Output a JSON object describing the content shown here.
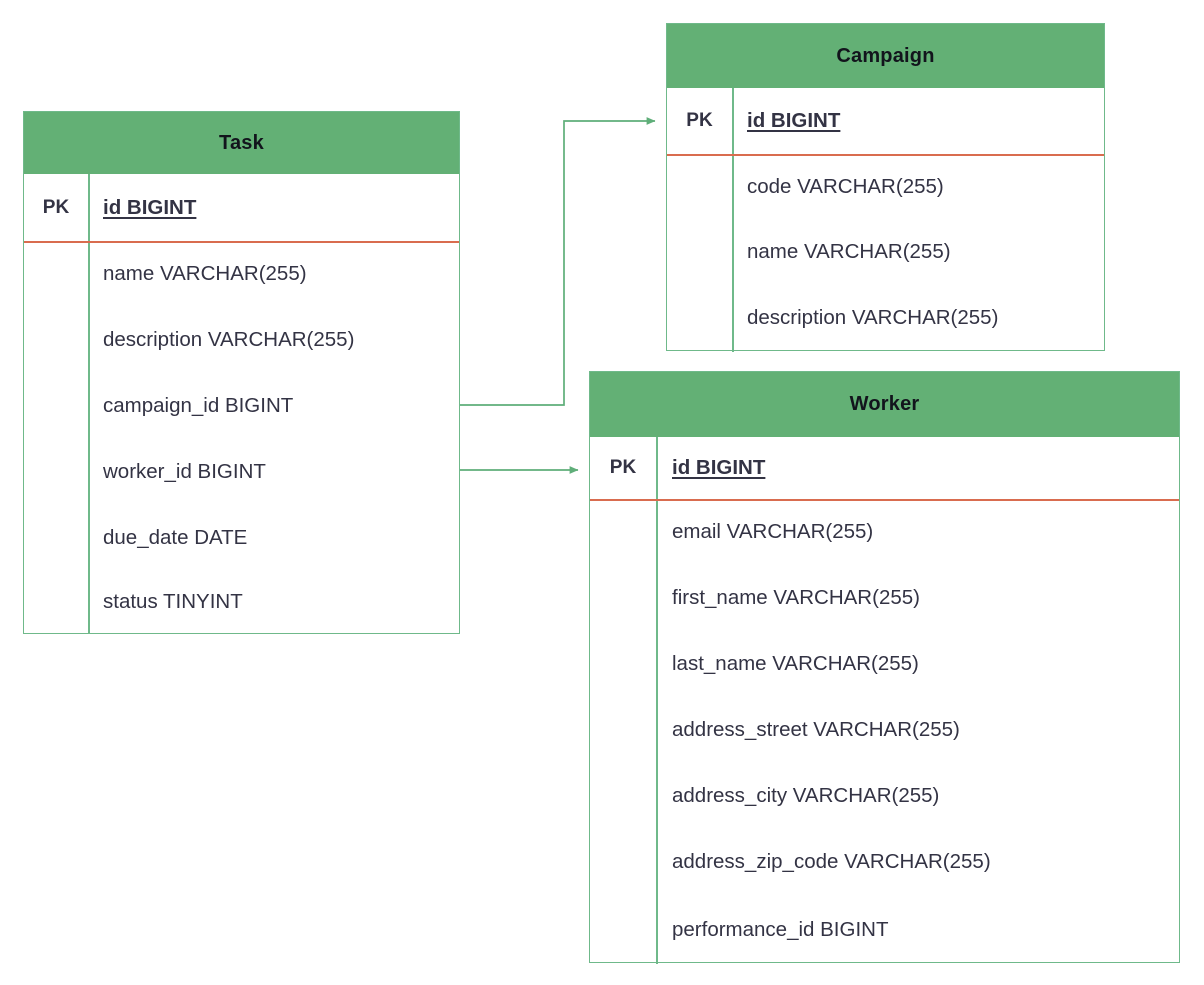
{
  "diagram": {
    "type": "entity-relationship-diagram",
    "background_color": "#ffffff",
    "colors": {
      "header_fill": "#63b075",
      "border": "#6fb98a",
      "pk_separator": "#d96c4f",
      "text": "#333344",
      "connector": "#5fae79"
    },
    "key_label": "PK"
  },
  "entities": [
    {
      "id": "task",
      "title": "Task",
      "key_label": "PK",
      "primary_key": "id BIGINT",
      "attributes": [
        "name VARCHAR(255)",
        "description VARCHAR(255)",
        "campaign_id BIGINT",
        "worker_id BIGINT",
        "due_date DATE",
        "status TINYINT"
      ]
    },
    {
      "id": "campaign",
      "title": "Campaign",
      "key_label": "PK",
      "primary_key": "id BIGINT",
      "attributes": [
        "code VARCHAR(255)",
        "name VARCHAR(255)",
        "description VARCHAR(255)"
      ]
    },
    {
      "id": "worker",
      "title": "Worker",
      "key_label": "PK",
      "primary_key": "id BIGINT",
      "attributes": [
        "email VARCHAR(255)",
        "first_name VARCHAR(255)",
        "last_name VARCHAR(255)",
        "address_street VARCHAR(255)",
        "address_city VARCHAR(255)",
        "address_zip_code VARCHAR(255)",
        "performance_id BIGINT"
      ]
    }
  ],
  "relationships": [
    {
      "id": "task-campaign",
      "from_entity": "Task",
      "from_field": "campaign_id BIGINT",
      "to_entity": "Campaign",
      "to_field": "id BIGINT",
      "arrow": "to"
    },
    {
      "id": "task-worker",
      "from_entity": "Task",
      "from_field": "worker_id BIGINT",
      "to_entity": "Worker",
      "to_field": "id BIGINT",
      "arrow": "to"
    }
  ]
}
